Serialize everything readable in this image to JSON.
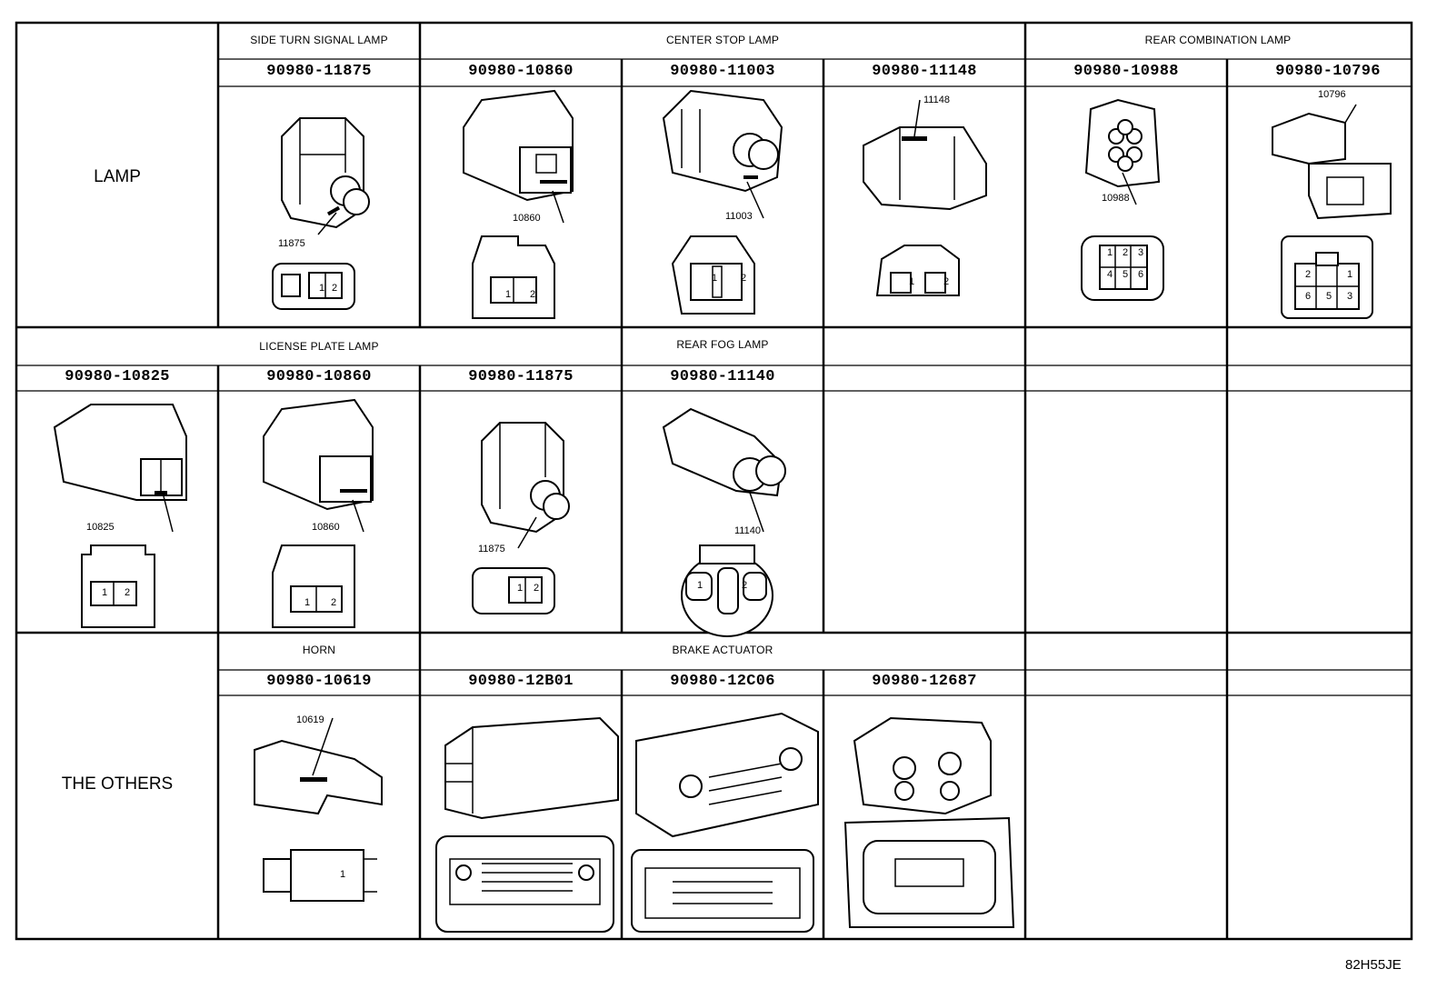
{
  "groups": {
    "lamp": "LAMP",
    "others": "THE OTHERS"
  },
  "sections": {
    "side_turn_signal_lamp": "SIDE TURN SIGNAL LAMP",
    "center_stop_lamp": "CENTER STOP LAMP",
    "rear_combination_lamp": "REAR COMBINATION LAMP",
    "license_plate_lamp": "LICENSE PLATE LAMP",
    "rear_fog_lamp": "REAR FOG LAMP",
    "horn": "HORN",
    "brake_actuator": "BRAKE ACTUATOR"
  },
  "part_numbers": {
    "r1": [
      "90980-11875",
      "90980-10860",
      "90980-11003",
      "90980-11148",
      "90980-10988",
      "90980-10796"
    ],
    "r2": [
      "90980-10825",
      "90980-10860",
      "90980-11875",
      "90980-11140"
    ],
    "r3": [
      "90980-10619",
      "90980-12B01",
      "90980-12C06",
      "90980-12687"
    ]
  },
  "callouts": {
    "c11875": "11875",
    "c10860": "10860",
    "c11003": "11003",
    "c11148": "11148",
    "c10988": "10988",
    "c10796": "10796",
    "c10825": "10825",
    "c11140": "11140",
    "c10619": "10619"
  },
  "pins": {
    "p1": "1",
    "p2": "2",
    "p3": "3",
    "p4": "4",
    "p5": "5",
    "p6": "6"
  },
  "diagram_code": "82H55JE"
}
